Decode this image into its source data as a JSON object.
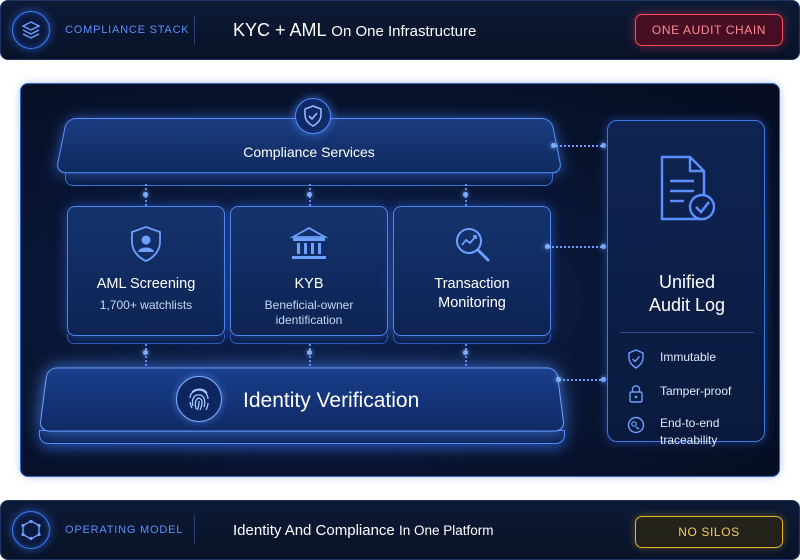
{
  "header": {
    "tag": "COMPLIANCE STACK",
    "title_bold": "KYC + AML",
    "title_rest": "On One Infrastructure",
    "badge": "ONE AUDIT CHAIN",
    "icon": "layers-icon",
    "badge_color": "#ff4b5f"
  },
  "diagram": {
    "services_label": "Compliance Services",
    "cards": [
      {
        "title": "AML Screening",
        "subtitle": "1,700+ watchlists",
        "icon": "user-shield-icon"
      },
      {
        "title": "KYB",
        "subtitle": "Beneficial-owner identification",
        "icon": "bank-icon"
      },
      {
        "title": "Transaction Monitoring",
        "subtitle": "",
        "icon": "chart-search-icon"
      }
    ],
    "foundation_label": "Identity Verification",
    "foundation_icon": "fingerprint-icon",
    "audit": {
      "title": "Unified Audit Log",
      "icon": "document-check-icon",
      "features": [
        {
          "label": "Immutable",
          "icon": "shield-check-icon"
        },
        {
          "label": "Tamper-proof",
          "icon": "lock-icon"
        },
        {
          "label": "End-to-end traceability",
          "icon": "trace-icon"
        }
      ]
    },
    "accent": "#3b7cff"
  },
  "footer": {
    "tag": "OPERATING MODEL",
    "title_bold": "Identity And Compliance",
    "title_rest": "In One Platform",
    "badge": "NO SILOS",
    "icon": "hexagon-network-icon",
    "badge_color": "#e8b52a"
  }
}
